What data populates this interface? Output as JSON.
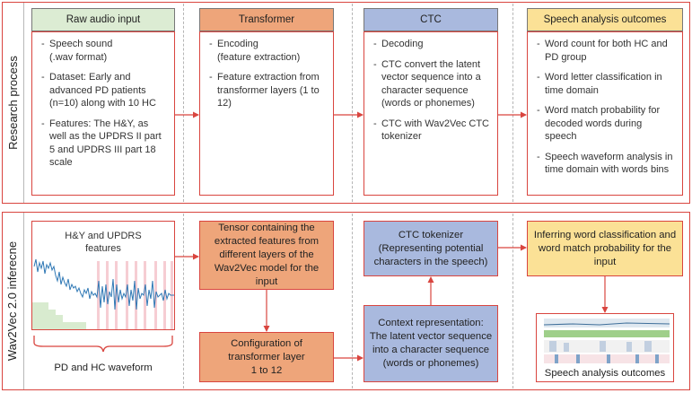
{
  "rows": {
    "research_label": "Research process",
    "inference_label": "Wav2Vec 2.0 inferecne"
  },
  "research": {
    "raw_audio": {
      "title": "Raw audio input",
      "items": [
        "Speech sound\n(.wav format)",
        "Dataset: Early and advanced PD patients (n=10) along with 10 HC",
        "Features: The H&Y, as well as the UPDRS II part 5 and UPDRS III part 18 scale"
      ]
    },
    "transformer": {
      "title": "Transformer",
      "items": [
        "Encoding\n(feature extraction)",
        "Feature extraction from transformer layers (1 to 12)"
      ]
    },
    "ctc": {
      "title": "CTC",
      "items": [
        "Decoding",
        "CTC convert the latent vector sequence into a character sequence (words or phonemes)",
        "CTC with Wav2Vec CTC tokenizer"
      ]
    },
    "outcomes": {
      "title": "Speech analysis outcomes",
      "items": [
        "Word count for both HC and PD group",
        "Word letter classification in time domain",
        "Word match probability for decoded words during speech",
        "Speech waveform analysis in time domain with words bins"
      ]
    }
  },
  "inference": {
    "waveform_title": "H&Y and UPDRS\nfeatures",
    "waveform_caption": "PD and HC waveform",
    "tensor": "Tensor containing the extracted features from different layers of the Wav2Vec model for the input",
    "config": "Configuration of transformer layer\n1 to 12",
    "tokenizer": "CTC tokenizer\n(Representing potential characters in the speech)",
    "context": "Context representation:\nThe latent vector sequence into a character sequence (words or phonemes)",
    "inferring": "Inferring word classification and word match probability for the input",
    "outcomes_caption": "Speech analysis outcomes"
  },
  "colors": {
    "border_red": "#d9453f",
    "orange": "#eea57a",
    "blue": "#a9b9de",
    "yellow": "#fbe196",
    "green": "#dcecd3",
    "wave_blue": "#2f78b5",
    "pink_band": "#f6cdd3"
  }
}
